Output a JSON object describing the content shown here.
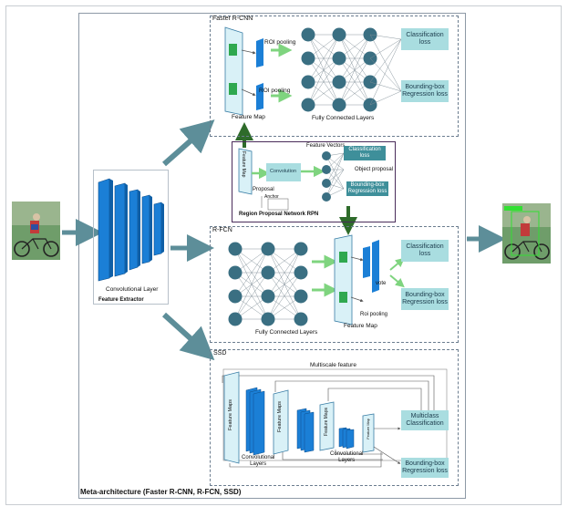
{
  "panels": {
    "faster_rcnn": {
      "title": "Faster R-CNN",
      "roi_pooling_top": "ROI pooling",
      "roi_pooling_bottom": "ROI pooling",
      "feature_map": "Feature Map",
      "fc_layers": "Fully Connected Layers",
      "classification_loss": "Classification\nloss",
      "bbox_loss": "Bounding-box\nRegression loss"
    },
    "rpn": {
      "title": "Region Proposal Network RPN",
      "feature_vectors": "Feature Vectors",
      "feature_map": "Feature Map",
      "convolution": "Convolution",
      "proposal": "Proposal",
      "anchor": "Anchor",
      "classification_loss": "Classification\nloss",
      "object_proposal": "Object proposal",
      "bbox_loss": "Bounding-box\nRegression loss"
    },
    "rfcn": {
      "title": "R-FCN",
      "fc_layers": "Fully Connected Layers",
      "feature_map": "Feature Map",
      "vote": "vote",
      "roi_pooling": "Roi pooling",
      "classification_loss": "Classification\nloss",
      "bbox_loss": "Bounding-box\nRegression loss"
    },
    "ssd": {
      "title": "SSD",
      "multiscale": "Multiscale feature",
      "feature_maps_1": "Feature Maps",
      "feature_maps_2": "Feature Maps",
      "feature_maps_3": "Feature Maps",
      "feature_map_small": "Feature Map",
      "conv_layers_1": "Convolutional\nLayers",
      "conv_layers_2": "Convolutional\nLayers",
      "multiclass": "Multiclass\nClassification",
      "bbox_loss": "Bounding-box\nRegression loss"
    },
    "extractor": {
      "conv_layer": "Convolutional Layer",
      "feature_extractor": "Feature Extractor"
    },
    "meta_caption": "Meta-architecture (Faster R-CNN, R-FCN, SSD)"
  },
  "colors": {
    "accent_blue": "#1b7fd6",
    "teal_arrow": "#5d8e99",
    "green_arrow": "#2e6b2a",
    "node": "#3a6f82",
    "panel_border": "#6b7d8f",
    "loss_box": "#a9dde0"
  }
}
